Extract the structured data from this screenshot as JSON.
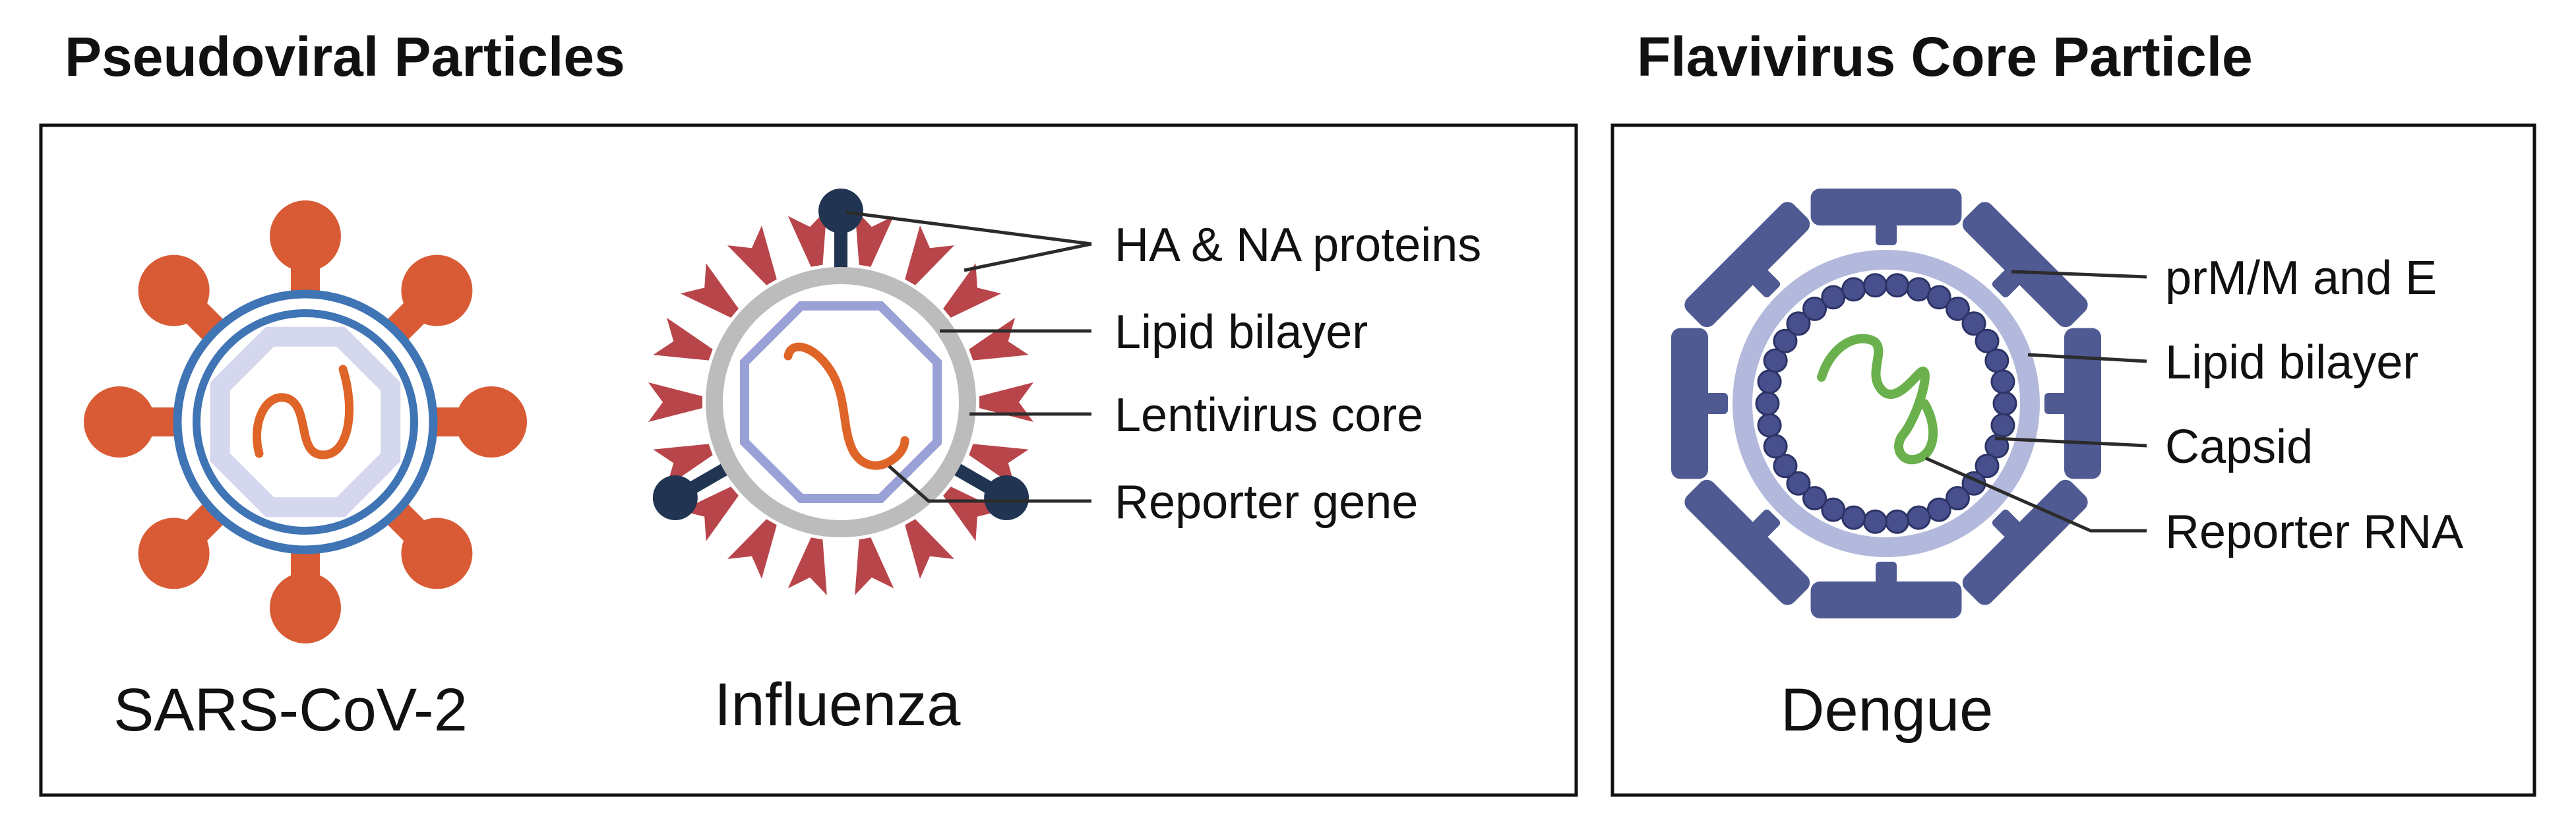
{
  "panels": {
    "pseudoviral": {
      "title": "Pseudoviral Particles",
      "sars": {
        "name": "SARS-CoV-2"
      },
      "influenza": {
        "name": "Influenza",
        "labels": [
          "HA & NA proteins",
          "Lipid bilayer",
          "Lentivirus core",
          "Reporter gene"
        ]
      }
    },
    "flavivirus": {
      "title": "Flavivirus Core Particle",
      "dengue": {
        "name": "Dengue",
        "labels": [
          "prM/M and E",
          "Lipid bilayer",
          "Capsid",
          "Reporter RNA"
        ]
      }
    }
  },
  "colors": {
    "spike_orange": "#d95b35",
    "membrane_blue": "#3f74b5",
    "core_lavender": "#d5d7ee",
    "ha_red": "#b8454a",
    "na_navy": "#213553",
    "bilayer_gray": "#bcbcbc",
    "lenti_core": "#9aa1d6",
    "reporter_orange": "#df6428",
    "envelope_navy": "#4f5a93",
    "envelope_light": "#b3b9dc",
    "capsid_navy": "#474f8c",
    "rna_green": "#6ab04c",
    "line": "#2b2b2b"
  }
}
